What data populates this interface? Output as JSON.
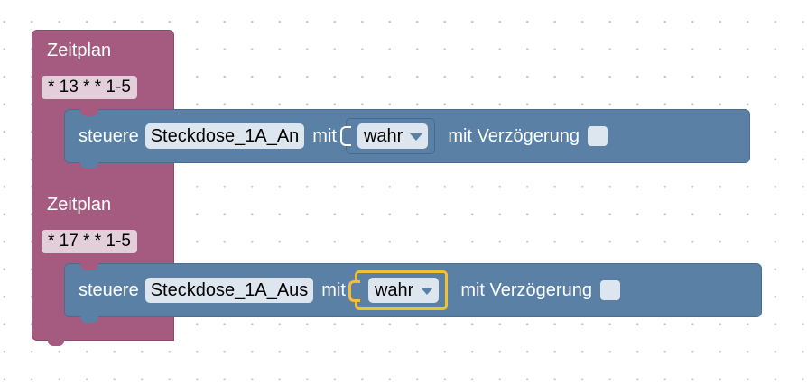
{
  "blocks": [
    {
      "title": "Zeitplan",
      "cron": "* 13 * * 1-5",
      "control": {
        "verb": "steuere",
        "object": "Steckdose_1A_An",
        "with": "mit",
        "value": "wahr",
        "delay_label": "mit Verzögerung"
      }
    },
    {
      "title": "Zeitplan",
      "cron": "* 17 * * 1-5",
      "control": {
        "verb": "steuere",
        "object": "Steckdose_1A_Aus",
        "with": "mit",
        "value": "wahr",
        "delay_label": "mit Verzögerung"
      }
    }
  ],
  "colors": {
    "schedule_block": "#a55b80",
    "control_block": "#5b80a5",
    "field": "#dde6ef",
    "cron_field": "#e3cfd9",
    "selection": "#f3c130"
  },
  "icons": [
    "dropdown-arrow-icon",
    "checkbox"
  ]
}
